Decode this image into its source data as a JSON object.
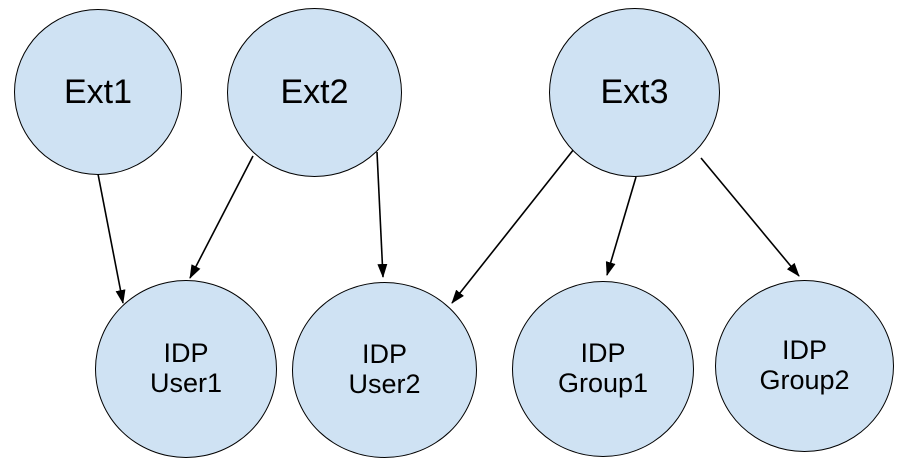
{
  "diagram": {
    "type": "mapping-diagram",
    "colors": {
      "node_fill": "#cfe2f3",
      "node_stroke": "#000000",
      "arrow": "#000000",
      "background": "#ffffff"
    },
    "nodes": {
      "ext1": {
        "label": "Ext1"
      },
      "ext2": {
        "label": "Ext2"
      },
      "ext3": {
        "label": "Ext3"
      },
      "user1": {
        "line1": "IDP",
        "line2": "User1"
      },
      "user2": {
        "line1": "IDP",
        "line2": "User2"
      },
      "group1": {
        "line1": "IDP",
        "line2": "Group1"
      },
      "group2": {
        "line1": "IDP",
        "line2": "Group2"
      }
    },
    "edges": [
      {
        "from": "Ext1",
        "to": "IDP User1"
      },
      {
        "from": "Ext2",
        "to": "IDP User1"
      },
      {
        "from": "Ext2",
        "to": "IDP User2"
      },
      {
        "from": "Ext3",
        "to": "IDP User2"
      },
      {
        "from": "Ext3",
        "to": "IDP Group1"
      },
      {
        "from": "Ext3",
        "to": "IDP Group2"
      }
    ]
  }
}
